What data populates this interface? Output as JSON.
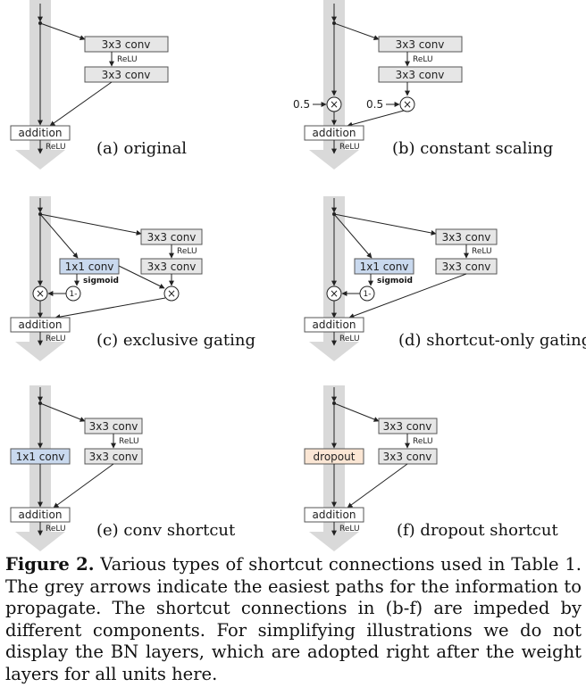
{
  "panels": {
    "a": {
      "caption": "(a) original"
    },
    "b": {
      "caption": "(b) constant scaling"
    },
    "c": {
      "caption": "(c) exclusive gating"
    },
    "d": {
      "caption": "(d) shortcut-only gating"
    },
    "e": {
      "caption": "(e) conv shortcut"
    },
    "f": {
      "caption": "(f) dropout shortcut"
    }
  },
  "labels": {
    "conv3": "3x3 conv",
    "conv1": "1x1 conv",
    "relu": "ReLU",
    "addition": "addition",
    "sigmoid": "sigmoid",
    "one_minus": "1-",
    "times": "×",
    "half": "0.5",
    "dropout": "dropout"
  },
  "caption": {
    "figure_label": "Figure 2.",
    "text": "Various types of shortcut connections used in Table 1. The grey arrows indicate the easiest paths for the information to propagate. The shortcut connections in (b-f) are impeded by different components. For simplifying illustrations we do not display the BN layers, which are adopted right after the weight layers for all units here."
  },
  "colors": {
    "grey_arrow": "#d9d9d9",
    "conv_fill": "#e6e6e6",
    "conv1_fill": "#c9d9ee",
    "dropout_fill": "#fbe6d4"
  }
}
